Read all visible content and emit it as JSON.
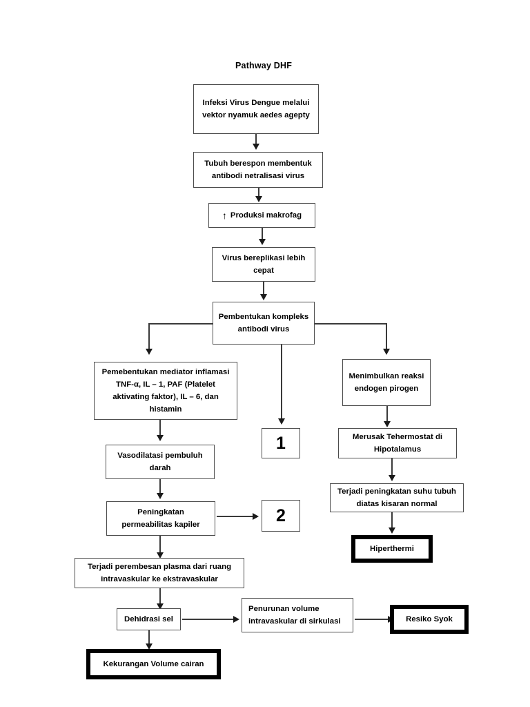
{
  "diagram": {
    "title": "Pathway DHF",
    "nodes": {
      "n1": "Infeksi Virus Dengue melalui vektor nyamuk aedes agepty",
      "n2": "Tubuh berespon membentuk antibodi netralisasi virus",
      "n3_arrow": "↑",
      "n3": "Produksi makrofag",
      "n4": "Virus bereplikasi lebih cepat",
      "n5": "Pembentukan kompleks antibodi virus",
      "n6": "Pemebentukan mediator inflamasi TNF-α, IL – 1, PAF (Platelet aktivating faktor), IL – 6, dan histamin",
      "n7": "Menimbulkan reaksi endogen pirogen",
      "n8": "1",
      "n9": "Vasodilatasi pembuluh darah",
      "n10": "Merusak Tehermostat di Hipotalamus",
      "n11": "Peningkatan permeabilitas kapiler",
      "n12": "2",
      "n13": "Terjadi peningkatan suhu tubuh diatas kisaran normal",
      "n14": "Hiperthermi",
      "n15": "Terjadi perembesan plasma dari ruang intravaskular ke ekstravaskular",
      "n16": "Dehidrasi sel",
      "n17": "Penurunan volume intravaskular di sirkulasi",
      "n18": "Resiko Syok",
      "n19": "Kekurangan Volume cairan"
    },
    "colors": {
      "box_border": "#4c4c4c",
      "emphasis_border": "#000000",
      "connector": "#3a3a3a",
      "background": "#ffffff",
      "text": "#000000"
    }
  }
}
